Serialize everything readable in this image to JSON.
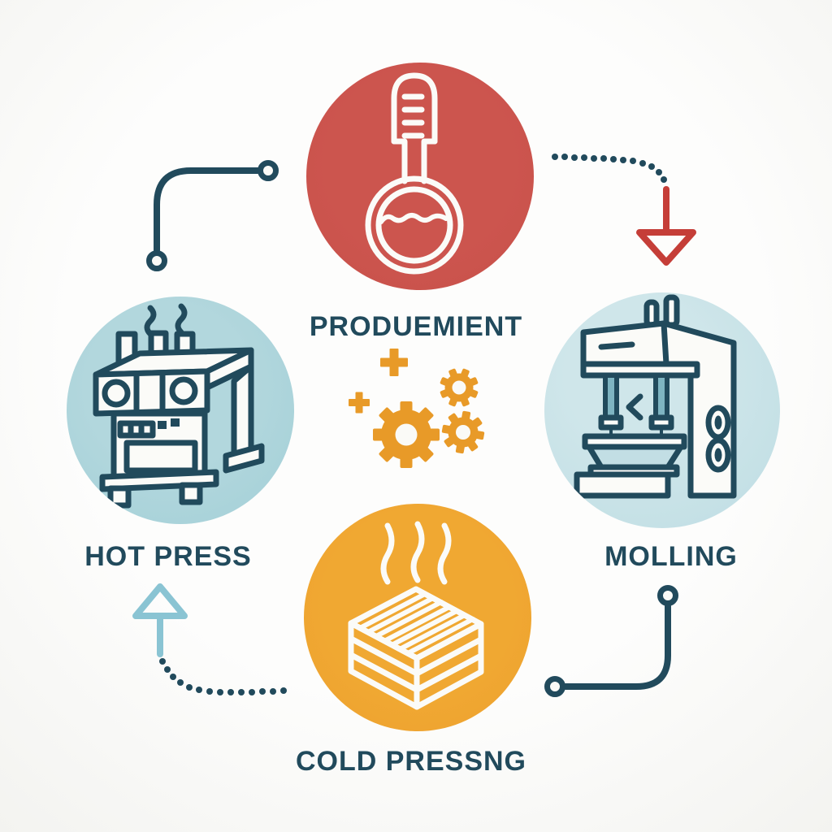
{
  "diagram_title": "",
  "palette": {
    "background": "#FAFAF7",
    "paper": "#FBFBF8",
    "ink": "#214A5C",
    "node_red": "#C8504A",
    "node_teal_left": "#A2CFD7",
    "node_teal_right": "#BEDDE3",
    "node_orange": "#EDA02F",
    "gear_orange": "#E89A28",
    "arrow_red": "#C53E38",
    "arrow_blue": "#8AC4D3",
    "piston_teal": "#7EB4C1",
    "mold_teal": "#C2DEE4"
  },
  "nodes": {
    "top": {
      "label": "PRODUEMIENT",
      "icon": "thermometer-icon",
      "color": "#C8504A"
    },
    "left": {
      "label": "HOT PRESS",
      "icon": "hot-press-machine-icon",
      "color": "#A2CFD7"
    },
    "right": {
      "label": "MOLLING",
      "icon": "molding-press-machine-icon",
      "color": "#BEDDE3"
    },
    "bottom": {
      "label": "COLD PRESSNG",
      "icon": "stacked-panel-icon",
      "color": "#EDA02F"
    }
  },
  "center_icons": [
    {
      "name": "gear-icon-large"
    },
    {
      "name": "gear-icon-small-upper"
    },
    {
      "name": "gear-icon-small-lower"
    },
    {
      "name": "plus-icon-large"
    },
    {
      "name": "plus-icon-small"
    }
  ],
  "connectors": [
    {
      "name": "connector-hotpress-to-produemient",
      "style": "solid-elbow",
      "ends": "open-rings",
      "color": "#214A5C"
    },
    {
      "name": "connector-produemient-to-molling",
      "style": "dotted",
      "arrow": "down",
      "arrow_color": "#C53E38"
    },
    {
      "name": "connector-molling-to-coldpressing",
      "style": "solid-elbow",
      "ends": "open-rings",
      "color": "#214A5C"
    },
    {
      "name": "connector-coldpressing-to-hotpress",
      "style": "dotted",
      "arrow": "up",
      "arrow_color": "#8AC4D3"
    }
  ]
}
